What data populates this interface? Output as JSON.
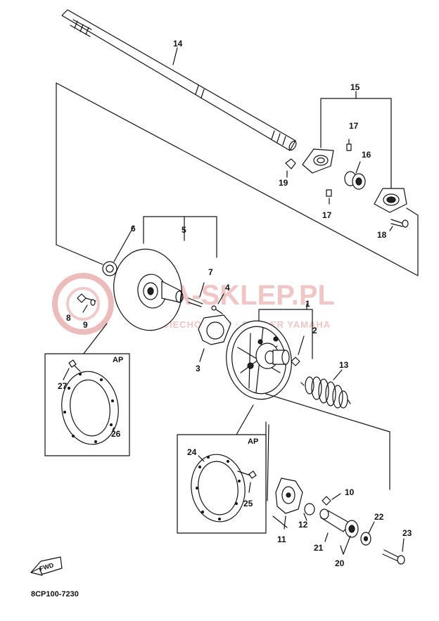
{
  "watermark": {
    "main": "MA-SKLEP.PL",
    "sub": "WOJCIECHOWSCY · DEALER YAMAHA",
    "color": "#e7a9a9"
  },
  "diagram_code": "8CP100-7230",
  "fwd_label": "FWD",
  "detail_boxes": {
    "left_tag": "AP",
    "right_tag": "AP"
  },
  "labels": {
    "l1": "1",
    "l2": "2",
    "l3": "3",
    "l4": "4",
    "l5": "5",
    "l6": "6",
    "l7": "7",
    "l8": "8",
    "l9": "9",
    "l10": "10",
    "l11": "11",
    "l12": "12",
    "l13": "13",
    "l14": "14",
    "l15": "15",
    "l16": "16",
    "l17a": "17",
    "l17b": "17",
    "l18": "18",
    "l19": "19",
    "l20": "20",
    "l21": "21",
    "l22": "22",
    "l23": "23",
    "l24": "24",
    "l25": "25",
    "l26": "26",
    "l27": "27"
  }
}
